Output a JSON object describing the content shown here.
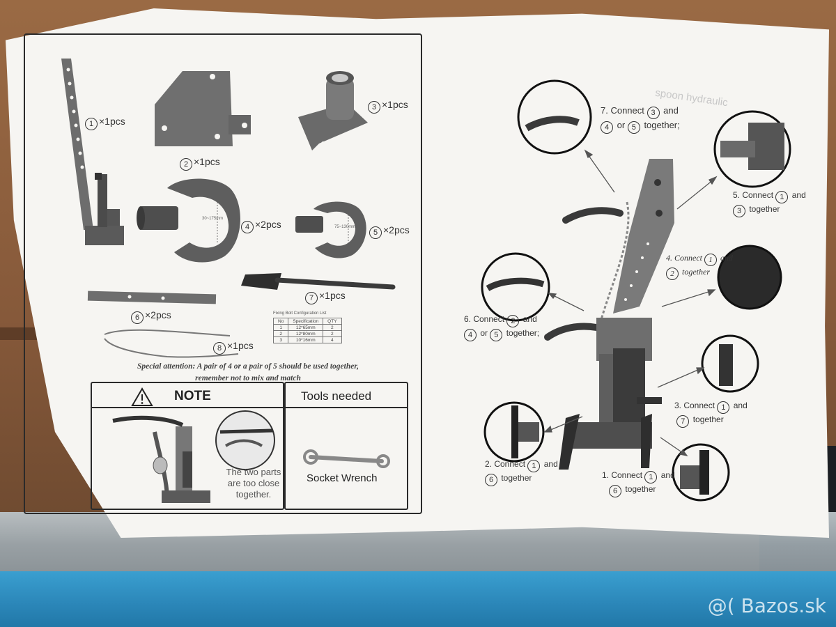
{
  "parts": [
    {
      "num": "1",
      "qty": "×1pcs"
    },
    {
      "num": "2",
      "qty": "×1pcs"
    },
    {
      "num": "3",
      "qty": "×1pcs"
    },
    {
      "num": "4",
      "qty": "×2pcs"
    },
    {
      "num": "5",
      "qty": "×2pcs"
    },
    {
      "num": "6",
      "qty": "×2pcs"
    },
    {
      "num": "7",
      "qty": "×1pcs"
    },
    {
      "num": "8",
      "qty": "×1pcs"
    }
  ],
  "jaw_sizes": {
    "large": "30~175mm",
    "small": "75~130mm"
  },
  "config_table": {
    "title": "Fixing Bolt Configuration List",
    "headers": [
      "No",
      "Specification",
      "QTY"
    ],
    "rows": [
      [
        "1",
        "12*65mm",
        "2"
      ],
      [
        "2",
        "12*80mm",
        "2"
      ],
      [
        "3",
        "10*16mm",
        "4"
      ]
    ]
  },
  "special_attention": {
    "line1": "Special attention: A pair of 4 or a pair of 5 should be used together,",
    "line2": "remember not to mix and match"
  },
  "note": {
    "title": "NOTE",
    "text": "The two parts are too close together."
  },
  "tools": {
    "title": "Tools needed",
    "item": "Socket Wrench"
  },
  "steps": {
    "s1": {
      "a": "1. Connect",
      "n1": "1",
      "and": "and",
      "n2": "6",
      "b": "together"
    },
    "s2": {
      "a": "2. Connect",
      "n1": "1",
      "and": "and",
      "n2": "6",
      "b": "together"
    },
    "s3": {
      "a": "3. Connect",
      "n1": "1",
      "and": "and",
      "n2": "7",
      "b": "together"
    },
    "s4": {
      "a": "4. Connect",
      "n1": "1",
      "and": "and",
      "n2": "2",
      "b": "together"
    },
    "s5": {
      "a": "5. Connect",
      "n1": "1",
      "and": "and",
      "n2": "3",
      "b": "together"
    },
    "s6": {
      "a": "6. Connect",
      "n1": "2",
      "and": "and",
      "n2": "4",
      "or": "or",
      "n3": "5",
      "b": "together;"
    },
    "s7": {
      "a": "7. Connect",
      "n1": "3",
      "and": "and",
      "n2": "4",
      "or": "or",
      "n3": "5",
      "b": "together;"
    }
  },
  "faded_text": "spoon hydraulic",
  "watermark": "@( Bazos.sk",
  "colors": {
    "metal": "#6d6d6d",
    "metal_dark": "#4b4b4b",
    "paper": "#f6f5f2",
    "ink": "#333333"
  }
}
